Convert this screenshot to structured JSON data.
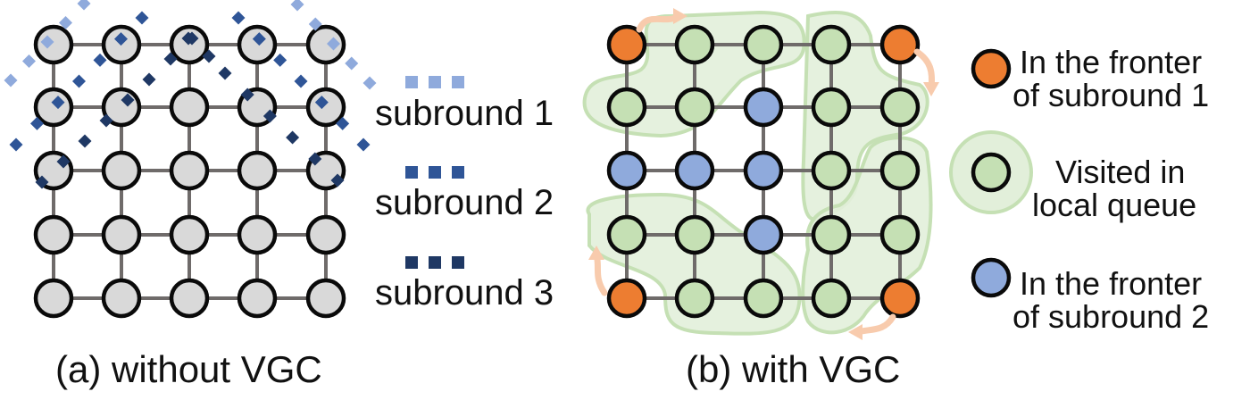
{
  "colors": {
    "edge": "#6f6b6a",
    "node_stroke": "#0a0a0a",
    "node_gray": "#d9d9d9",
    "node_green": "#c5e0b4",
    "node_blue": "#8faadc",
    "node_orange": "#ed7d31",
    "region_fill": "#e2efda",
    "region_stroke": "#c5e0b4",
    "arrow": "#f8cbad",
    "subround1": "#8faadc",
    "subround2": "#2f5597",
    "subround3": "#1f3864"
  },
  "panel_a": {
    "caption": "(a) without VGC",
    "rows": 5,
    "cols": 5,
    "legend": [
      {
        "label": "subround 1",
        "color_key": "subround1"
      },
      {
        "label": "subround 2",
        "color_key": "subround2"
      },
      {
        "label": "subround 3",
        "color_key": "subround3"
      }
    ]
  },
  "panel_b": {
    "caption": "(b) with VGC",
    "rows": 5,
    "cols": 5,
    "node_states": [
      [
        "orange",
        "green",
        "green",
        "green",
        "orange"
      ],
      [
        "green",
        "green",
        "blue",
        "green",
        "green"
      ],
      [
        "blue",
        "blue",
        "blue",
        "green",
        "green"
      ],
      [
        "green",
        "green",
        "blue",
        "green",
        "green"
      ],
      [
        "orange",
        "green",
        "green",
        "green",
        "orange"
      ]
    ],
    "legend": [
      {
        "state": "orange",
        "line1": "In the fronter",
        "line2": "of subround 1"
      },
      {
        "state": "green",
        "line1": "Visited in",
        "line2": "local queue"
      },
      {
        "state": "blue",
        "line1": "In the fronter",
        "line2": "of subround 2"
      }
    ]
  }
}
